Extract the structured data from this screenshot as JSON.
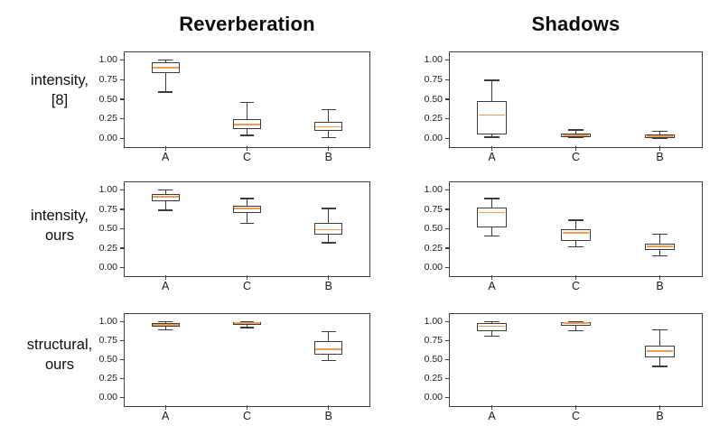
{
  "figure": {
    "col_titles": [
      "Reverberation",
      "Shadows"
    ],
    "row_labels": [
      {
        "line1": "intensity,",
        "line2": "[8]"
      },
      {
        "line1": "intensity,",
        "line2": "ours"
      },
      {
        "line1": "structural,",
        "line2": "ours"
      }
    ],
    "yticks": [
      {
        "label": "1.00",
        "value": 1.0
      },
      {
        "label": "0.75",
        "value": 0.75
      },
      {
        "label": "0.50",
        "value": 0.5
      },
      {
        "label": "0.25",
        "value": 0.25
      },
      {
        "label": "0.00",
        "value": 0.0
      }
    ],
    "categories": [
      "A",
      "C",
      "B"
    ],
    "colors": {
      "box_edge": "#3c3c3c",
      "median": "#f09a4f",
      "frame": "#3f3f3f",
      "text": "#111111"
    }
  },
  "chart_data": [
    {
      "type": "box",
      "row_label": "intensity, [8]",
      "col_title": "Reverberation",
      "categories": [
        "A",
        "C",
        "B"
      ],
      "ylim": [
        -0.11,
        1.1
      ],
      "boxes": [
        {
          "category": "A",
          "whislo": 0.59,
          "q1": 0.83,
          "med": 0.9,
          "q3": 0.97,
          "whishi": 1.0
        },
        {
          "category": "C",
          "whislo": 0.04,
          "q1": 0.12,
          "med": 0.18,
          "q3": 0.25,
          "whishi": 0.46
        },
        {
          "category": "B",
          "whislo": 0.01,
          "q1": 0.1,
          "med": 0.15,
          "q3": 0.21,
          "whishi": 0.37
        }
      ]
    },
    {
      "type": "box",
      "row_label": "intensity, [8]",
      "col_title": "Shadows",
      "categories": [
        "A",
        "C",
        "B"
      ],
      "ylim": [
        -0.11,
        1.1
      ],
      "boxes": [
        {
          "category": "A",
          "whislo": 0.02,
          "q1": 0.05,
          "med": 0.3,
          "q3": 0.48,
          "whishi": 0.74
        },
        {
          "category": "C",
          "whislo": 0.01,
          "q1": 0.02,
          "med": 0.04,
          "q3": 0.06,
          "whishi": 0.11
        },
        {
          "category": "B",
          "whislo": 0.0,
          "q1": 0.01,
          "med": 0.03,
          "q3": 0.05,
          "whishi": 0.09
        }
      ]
    },
    {
      "type": "box",
      "row_label": "intensity, ours",
      "col_title": "Reverberation",
      "categories": [
        "A",
        "C",
        "B"
      ],
      "ylim": [
        -0.11,
        1.1
      ],
      "boxes": [
        {
          "category": "A",
          "whislo": 0.74,
          "q1": 0.86,
          "med": 0.91,
          "q3": 0.95,
          "whishi": 1.0
        },
        {
          "category": "C",
          "whislo": 0.57,
          "q1": 0.7,
          "med": 0.76,
          "q3": 0.8,
          "whishi": 0.89
        },
        {
          "category": "B",
          "whislo": 0.32,
          "q1": 0.42,
          "med": 0.49,
          "q3": 0.58,
          "whishi": 0.76
        }
      ]
    },
    {
      "type": "box",
      "row_label": "intensity, ours",
      "col_title": "Shadows",
      "categories": [
        "A",
        "C",
        "B"
      ],
      "ylim": [
        -0.11,
        1.1
      ],
      "boxes": [
        {
          "category": "A",
          "whislo": 0.41,
          "q1": 0.52,
          "med": 0.71,
          "q3": 0.78,
          "whishi": 0.89
        },
        {
          "category": "C",
          "whislo": 0.27,
          "q1": 0.34,
          "med": 0.45,
          "q3": 0.5,
          "whishi": 0.61
        },
        {
          "category": "B",
          "whislo": 0.15,
          "q1": 0.23,
          "med": 0.27,
          "q3": 0.31,
          "whishi": 0.43
        }
      ]
    },
    {
      "type": "box",
      "row_label": "structural, ours",
      "col_title": "Reverberation",
      "categories": [
        "A",
        "C",
        "B"
      ],
      "ylim": [
        -0.11,
        1.1
      ],
      "boxes": [
        {
          "category": "A",
          "whislo": 0.89,
          "q1": 0.93,
          "med": 0.96,
          "q3": 0.98,
          "whishi": 1.0
        },
        {
          "category": "C",
          "whislo": 0.92,
          "q1": 0.96,
          "med": 0.98,
          "q3": 0.99,
          "whishi": 1.0
        },
        {
          "category": "B",
          "whislo": 0.49,
          "q1": 0.57,
          "med": 0.64,
          "q3": 0.74,
          "whishi": 0.87
        }
      ]
    },
    {
      "type": "box",
      "row_label": "structural, ours",
      "col_title": "Shadows",
      "categories": [
        "A",
        "C",
        "B"
      ],
      "ylim": [
        -0.11,
        1.1
      ],
      "boxes": [
        {
          "category": "A",
          "whislo": 0.81,
          "q1": 0.88,
          "med": 0.94,
          "q3": 0.98,
          "whishi": 1.0
        },
        {
          "category": "C",
          "whislo": 0.88,
          "q1": 0.95,
          "med": 0.98,
          "q3": 0.995,
          "whishi": 1.0
        },
        {
          "category": "B",
          "whislo": 0.41,
          "q1": 0.53,
          "med": 0.61,
          "q3": 0.69,
          "whishi": 0.89
        }
      ]
    }
  ]
}
